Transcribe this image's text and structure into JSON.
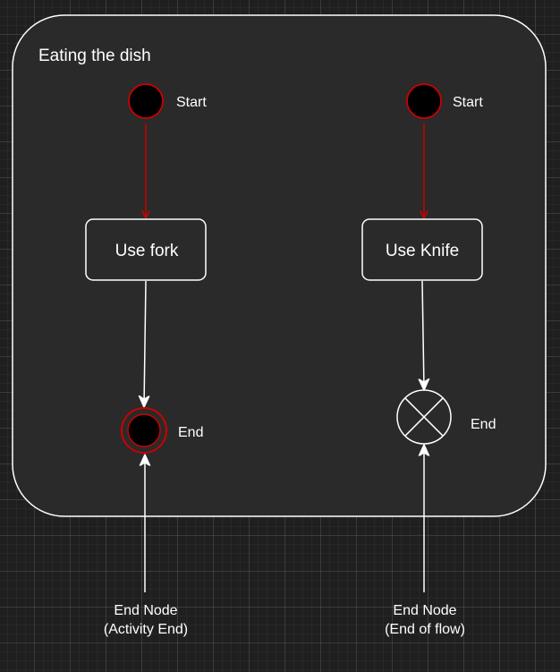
{
  "diagram": {
    "container_title": "Eating the dish",
    "left_flow": {
      "start_label": "Start",
      "action_label": "Use fork",
      "end_label": "End",
      "callout_line1": "End Node",
      "callout_line2": "(Activity End)"
    },
    "right_flow": {
      "start_label": "Start",
      "action_label": "Use Knife",
      "end_label": "End",
      "callout_line1": "End Node",
      "callout_line2": "(End of flow)"
    }
  },
  "colors": {
    "container_fill": "#2a2a2a",
    "stroke": "#ffffff",
    "accent_red": "#cc0000",
    "node_fill": "#000000"
  }
}
